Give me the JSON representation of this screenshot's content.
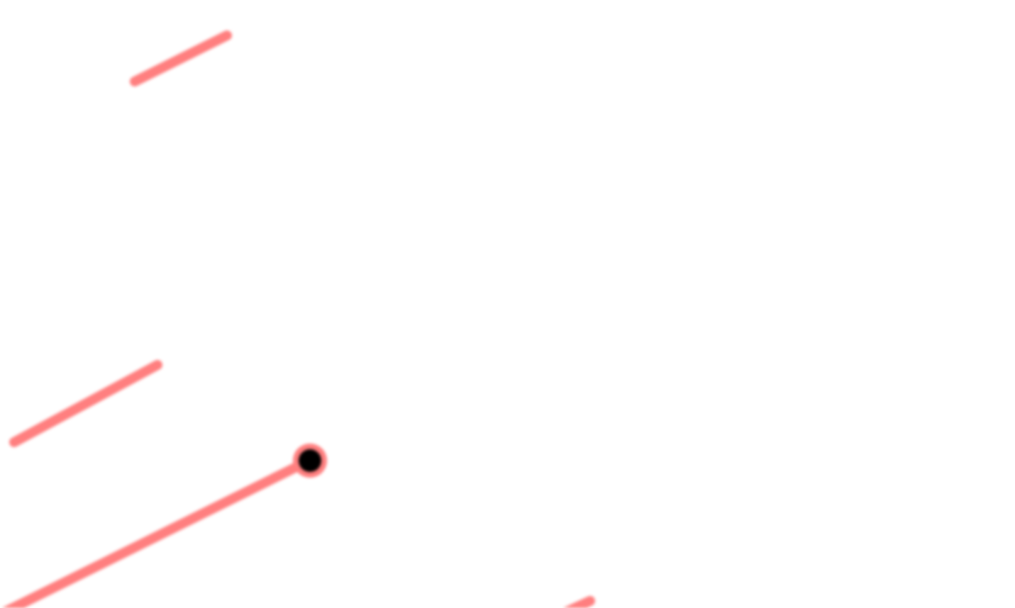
{
  "colors": {
    "background": "#ffffff",
    "segment": "#ff7f7f",
    "marker": "#000000",
    "marker_halo": "#ff7f7f"
  },
  "segments": [
    {
      "name": "segment-top"
    },
    {
      "name": "segment-middle-left"
    },
    {
      "name": "segment-with-endpoint"
    },
    {
      "name": "segment-bottom-edge"
    }
  ],
  "marker": {
    "name": "endpoint-marker"
  }
}
